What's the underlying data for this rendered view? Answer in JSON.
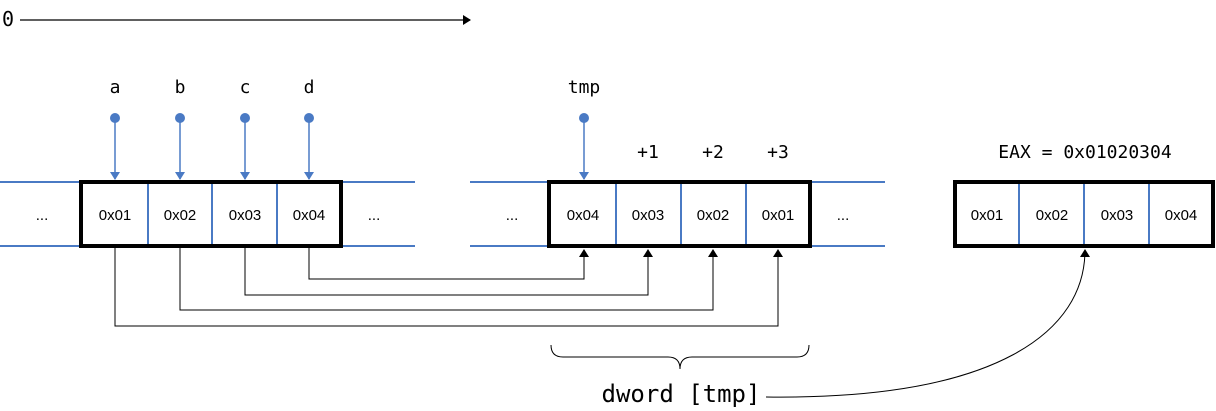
{
  "axis": {
    "origin_label": "0"
  },
  "colors": {
    "blue": "#4a7ac4",
    "black": "#000000"
  },
  "memory_left": {
    "ellipsis_left": "...",
    "ellipsis_right": "...",
    "cells": [
      "0x01",
      "0x02",
      "0x03",
      "0x04"
    ],
    "pointers": [
      "a",
      "b",
      "c",
      "d"
    ]
  },
  "memory_right": {
    "ellipsis_left": "...",
    "ellipsis_right": "...",
    "cells": [
      "0x04",
      "0x03",
      "0x02",
      "0x01"
    ],
    "pointer": "tmp",
    "offsets": [
      "+1",
      "+2",
      "+3"
    ]
  },
  "register": {
    "label": "EAX = 0x01020304",
    "cells": [
      "0x01",
      "0x02",
      "0x03",
      "0x04"
    ]
  },
  "brace_label": "dword [tmp]"
}
